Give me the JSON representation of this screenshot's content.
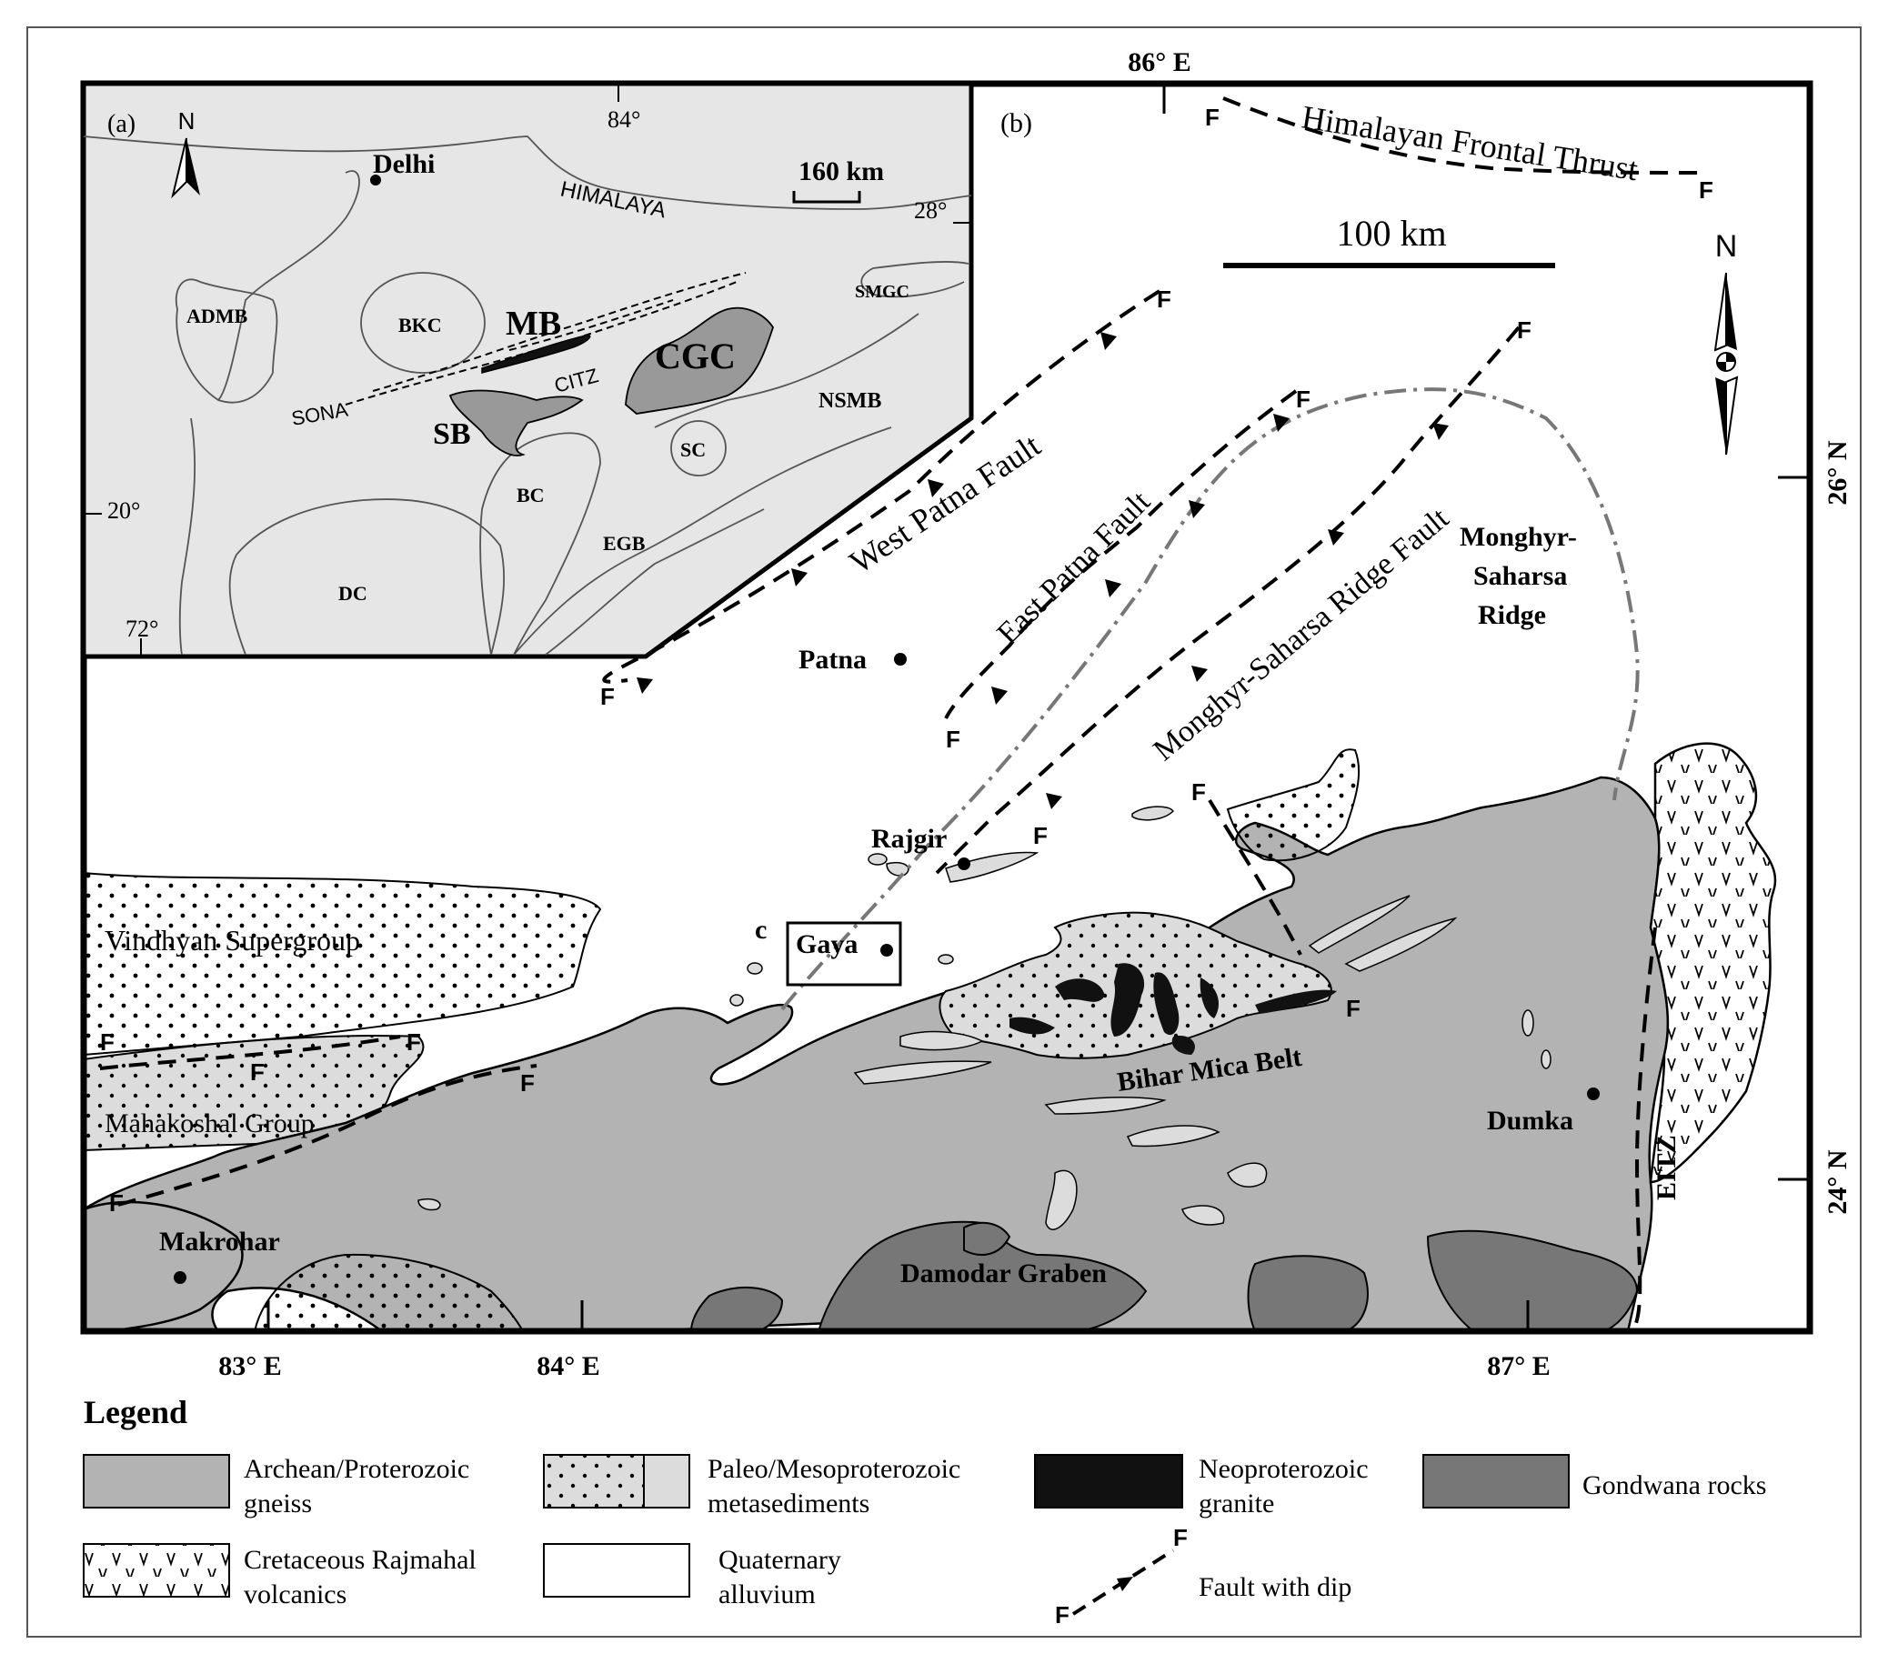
{
  "main_map": {
    "panel_label": "(b)",
    "scale_label": "100 km",
    "north_label": "N",
    "lon_labels": {
      "top": "86° E",
      "l83": "83° E",
      "l84": "84° E",
      "l87": "87° E"
    },
    "lat_labels": {
      "l26": "26° N",
      "l24": "24° N"
    },
    "faults": {
      "hft": "Himalayan Frontal Thrust",
      "west_patna": "West Patna Fault",
      "east_patna": "East Patna Fault",
      "msrf": "Monghyr-Saharsa Ridge Fault",
      "f": "F"
    },
    "ridge": [
      "Monghyr-",
      "Saharsa",
      "Ridge"
    ],
    "cities": {
      "patna": "Patna",
      "rajgir": "Rajgir",
      "gaya": "Gaya",
      "dumka": "Dumka",
      "makrohar": "Makrohar"
    },
    "box_label": "c",
    "units": {
      "vindhyan": "Vindhyan Supergroup",
      "mahakoshal": "Mahakoshal Group",
      "bihar_mica": "Bihar Mica Belt",
      "damodar": "Damodar Graben",
      "eitz": "EITZ"
    }
  },
  "inset": {
    "panel_label": "(a)",
    "north_label": "N",
    "scale_label": "160 km",
    "city": "Delhi",
    "coords": {
      "lon84": "84°",
      "lat28": "28°",
      "lat20": "20°",
      "lon72": "72°"
    },
    "himalaya": "HIMALAYA",
    "units": {
      "admb": "ADMB",
      "bkc": "BKC",
      "mb": "MB",
      "cgc": "CGC",
      "citz": "CITZ",
      "sona": "SONA",
      "sb": "SB",
      "nsmb": "NSMB",
      "sc": "SC",
      "bc": "BC",
      "egb": "EGB",
      "dc": "DC",
      "smgc": "SMGC"
    }
  },
  "legend": {
    "title": "Legend",
    "items": [
      {
        "lines": [
          "Archean/Proterozoic",
          "gneiss"
        ],
        "color": "#b3b3b3"
      },
      {
        "lines": [
          "Paleo/Mesoproterozoic",
          "metasediments"
        ],
        "color": "#dcdcdc"
      },
      {
        "lines": [
          "Neoproterozoic",
          "granite"
        ],
        "color": "#111111"
      },
      {
        "lines": [
          "Gondwana rocks"
        ],
        "color": "#777777"
      },
      {
        "lines": [
          "Cretaceous Rajmahal",
          "volcanics"
        ],
        "color": "#ffffff"
      },
      {
        "lines": [
          "Quaternary",
          "alluvium"
        ],
        "color": "#ffffff"
      },
      {
        "lines": [
          "Fault with dip"
        ],
        "color": "#000000"
      }
    ],
    "fault_f": "F"
  },
  "colors": {
    "gneiss": "#b3b3b3",
    "metased": "#dcdcdc",
    "granite": "#111111",
    "gondwana": "#777777",
    "inset_bg": "#e6e6e6",
    "inset_cgc": "#999999"
  }
}
